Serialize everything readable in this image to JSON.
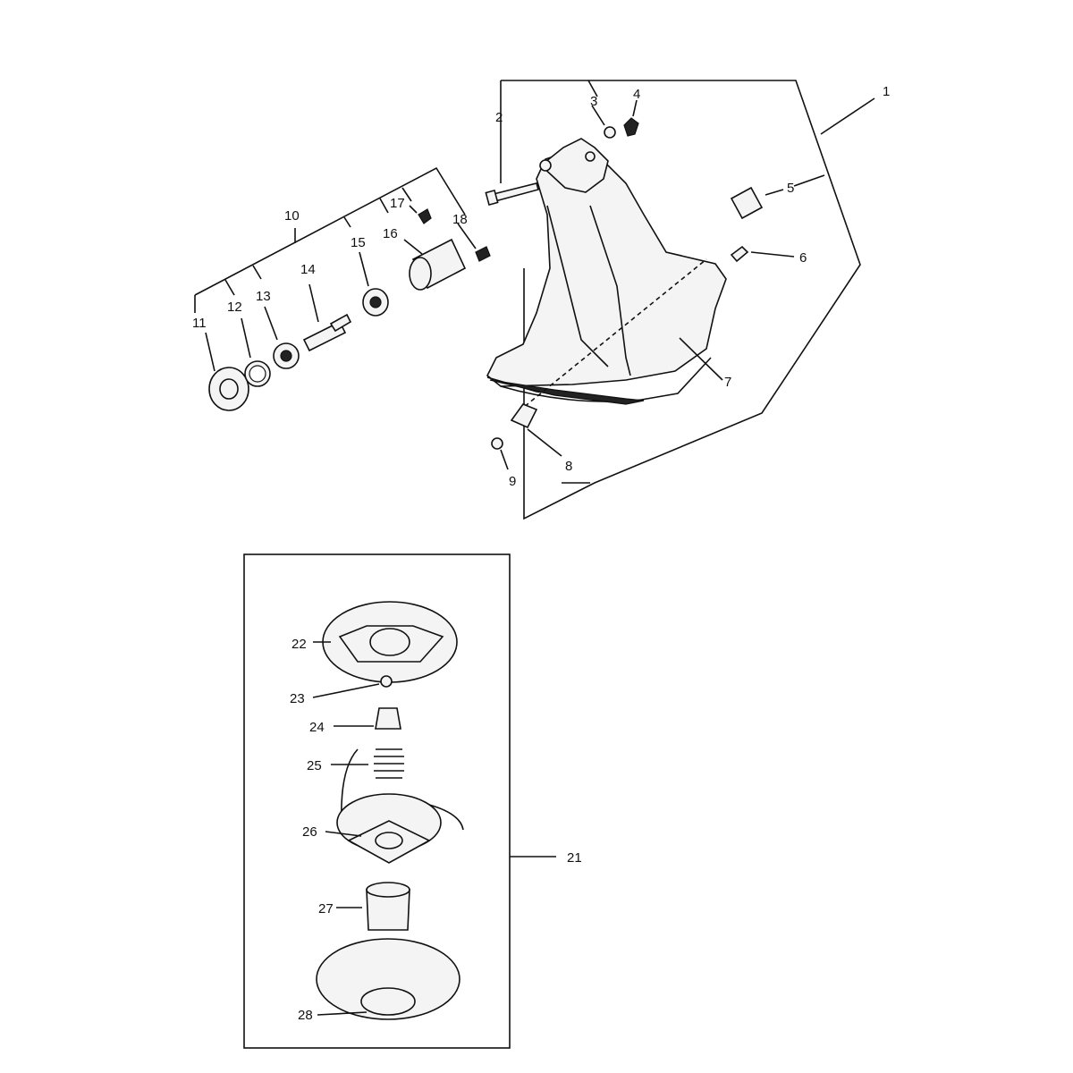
{
  "diagram": {
    "callouts": {
      "c1": "1",
      "c2": "2",
      "c3": "3",
      "c4": "4",
      "c5": "5",
      "c6": "6",
      "c7": "7",
      "c8": "8",
      "c9": "9",
      "c10": "10",
      "c11": "11",
      "c12": "12",
      "c13": "13",
      "c14": "14",
      "c15": "15",
      "c16": "16",
      "c17": "17",
      "c18": "18",
      "c21": "21",
      "c22": "22",
      "c23": "23",
      "c24": "24",
      "c25": "25",
      "c26": "26",
      "c27": "27",
      "c28": "28"
    },
    "parts_shown": [
      "guard-assembly",
      "bolt",
      "washer",
      "wing-nut",
      "label",
      "screw",
      "blade-guard-edge",
      "line-cutter",
      "nut",
      "gearbox-components",
      "bearing",
      "snap-ring",
      "shaft",
      "gear-housing",
      "trimmer-head-assembly"
    ],
    "colors": {
      "line": "#111111",
      "background": "#ffffff",
      "part_fill": "#f4f4f4"
    }
  }
}
